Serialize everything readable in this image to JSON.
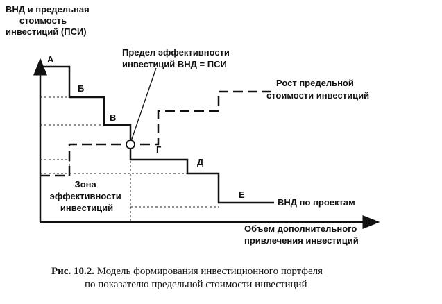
{
  "y_axis_title": [
    "ВНД и предельная",
    "стоимость",
    "инвестиций (ПСИ)"
  ],
  "x_axis_title": [
    "Объем дополнительного",
    "привлечения инвестиций"
  ],
  "step_labels": [
    "А",
    "Б",
    "В",
    "Г",
    "Д",
    "Е"
  ],
  "irr_line_label": "ВНД по проектам",
  "mcc_line_label": [
    "Рост предельной",
    "стоимости инвестиций"
  ],
  "limit_label": [
    "Предел эффективности",
    "инвестиций ВНД = ПСИ"
  ],
  "zone_label": [
    "Зона",
    "эффективности",
    "инвестиций"
  ],
  "caption": {
    "number": "Рис. 10.2.",
    "line1": " Модель формирования инвестиционного портфеля",
    "line2": "по показателю предельной стоимости инвестиций"
  }
}
